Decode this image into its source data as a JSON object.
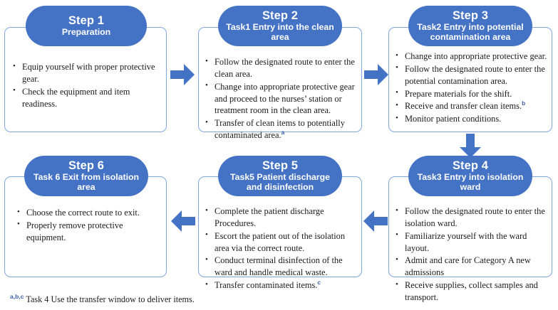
{
  "diagram": {
    "title": "Isolation ward workflow steps",
    "colors": {
      "pill_fill": "#4472C4",
      "box_border": "#7EA6E0",
      "arrow_fill": "#4472C4",
      "superscript": "#3B5FA8",
      "text": "#1a1a1a",
      "background": "#ffffff"
    },
    "steps": [
      {
        "id": "step-1",
        "step_label": "Step 1",
        "sub_label": "Preparation",
        "bullets": [
          {
            "text": "Equip yourself with proper protective gear.",
            "mark": ""
          },
          {
            "text": "Check the equipment and item readiness.",
            "mark": ""
          }
        ]
      },
      {
        "id": "step-2",
        "step_label": "Step 2",
        "sub_label": "Task1 Entry into the clean area",
        "bullets": [
          {
            "text": "Follow the designated route to enter the clean area.",
            "mark": ""
          },
          {
            "text": "Change into appropriate protective gear and proceed to the nurses’ station or treatment room in the clean area.",
            "mark": ""
          },
          {
            "text": "Transfer of clean items to potentially contaminated area.",
            "mark": "a"
          }
        ]
      },
      {
        "id": "step-3",
        "step_label": "Step 3",
        "sub_label": "Task2 Entry into potential contamination area",
        "bullets": [
          {
            "text": "Change into appropriate protective gear.",
            "mark": ""
          },
          {
            "text": "Follow the designated route to enter the potential contamination area.",
            "mark": ""
          },
          {
            "text": "Prepare materials for the shift.",
            "mark": ""
          },
          {
            "text": "Receive and transfer clean items.",
            "mark": "b"
          },
          {
            "text": "Monitor patient conditions.",
            "mark": ""
          }
        ]
      },
      {
        "id": "step-4",
        "step_label": "Step 4",
        "sub_label": "Task3 Entry into isolation ward",
        "bullets": [
          {
            "text": "Follow the designated route to enter the isolation ward.",
            "mark": ""
          },
          {
            "text": "Familiarize yourself with the ward layout.",
            "mark": ""
          },
          {
            "text": "Admit and care for Category A new admissions",
            "mark": ""
          },
          {
            "text": "Receive supplies, collect samples and transport.",
            "mark": ""
          }
        ]
      },
      {
        "id": "step-5",
        "step_label": "Step 5",
        "sub_label": "Task5 Patient discharge and disinfection",
        "bullets": [
          {
            "text": "Complete the patient discharge Procedures.",
            "mark": ""
          },
          {
            "text": "Escort the patient out of the isolation area via the correct route.",
            "mark": ""
          },
          {
            "text": "Conduct terminal disinfection of the ward and handle medical waste.",
            "mark": ""
          },
          {
            "text": "Transfer contaminated items.",
            "mark": "c"
          }
        ]
      },
      {
        "id": "step-6",
        "step_label": "Step 6",
        "sub_label": "Task 6 Exit from isolation area",
        "bullets": [
          {
            "text": "Choose the correct route to exit.",
            "mark": ""
          },
          {
            "text": "Properly remove protective equipment.",
            "mark": ""
          }
        ]
      }
    ],
    "connectors": [
      {
        "id": "arrow-step1-to-step2",
        "direction": "right"
      },
      {
        "id": "arrow-step2-to-step3",
        "direction": "right"
      },
      {
        "id": "arrow-step3-to-step4",
        "direction": "down"
      },
      {
        "id": "arrow-step4-to-step5",
        "direction": "left"
      },
      {
        "id": "arrow-step5-to-step6",
        "direction": "left"
      }
    ],
    "footnote": {
      "marks": "a,b,c",
      "text": " Task 4 Use the transfer window to deliver items."
    }
  }
}
